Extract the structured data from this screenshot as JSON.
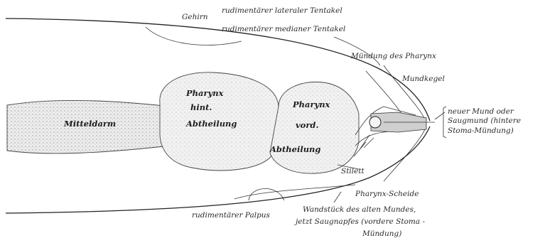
{
  "labels": {
    "gehirn": "Gehirn",
    "lateral_tentacle": "rudimentärer lateraler Tentakel",
    "median_tentacle": "rudimentärer medianer Tentakel",
    "pharynx_mouth": "Mündung des Pharynx",
    "mouth_cone": "Mundkegel",
    "new_mouth_1": "neuer Mund oder",
    "new_mouth_2": "Saugmund (hintere",
    "new_mouth_3": "Stoma-Mündung)",
    "midgut": "Mitteldarm",
    "pharynx_post_1": "Pharynx",
    "pharynx_post_2": "hint.",
    "pharynx_post_3": "Abtheilung",
    "pharynx_ant_1": "Pharynx",
    "pharynx_ant_2": "vord.",
    "pharynx_ant_3": "Abtheilung",
    "stylet": "Stilett",
    "pharynx_sheath": "Pharynx-Scheide",
    "palp": "rudimentärer Palpus",
    "wall_1": "Wandstück des alten Mundes,",
    "wall_2": "jetzt Saugnapfes (vordere Stoma -",
    "wall_3": "Mündung)"
  }
}
